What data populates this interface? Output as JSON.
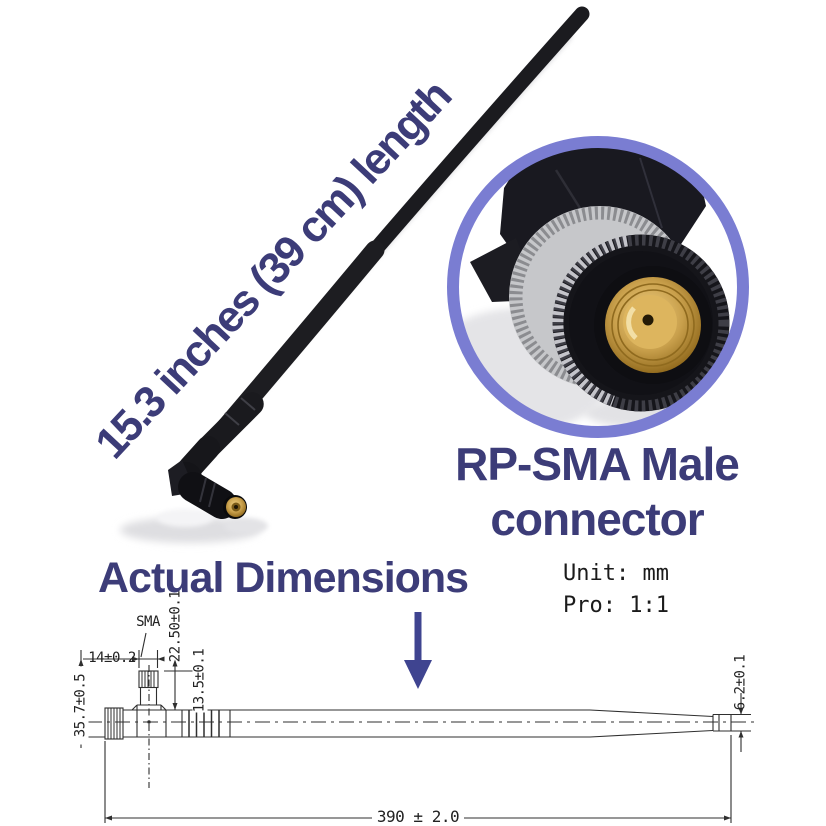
{
  "overlay": {
    "length_label": "15.3 inches (39 cm) length"
  },
  "callout": {
    "line1": "RP-SMA Male",
    "line2": "connector"
  },
  "dimensions_section": {
    "heading": "Actual Dimensions",
    "unit_line1": "Unit: mm",
    "unit_line2": "Pro: 1:1"
  },
  "drawing_labels": {
    "sma": "SMA",
    "connector_width": "14±0.2",
    "connector_height": "22.50±0.1",
    "neck_height": "13.5±0.1",
    "overall_height": "35.7±0.5",
    "tip_diameter": "6.2±0.1",
    "overall_length": "390 ± 2.0"
  },
  "colors": {
    "text_navy": "#3c3c78",
    "circle_border": "#7a7dd2",
    "arrow_blue": "#3f4490",
    "drawing_line": "#2f2f2f",
    "gold": "#c9a04c",
    "rod_black": "#1b1b1f"
  }
}
